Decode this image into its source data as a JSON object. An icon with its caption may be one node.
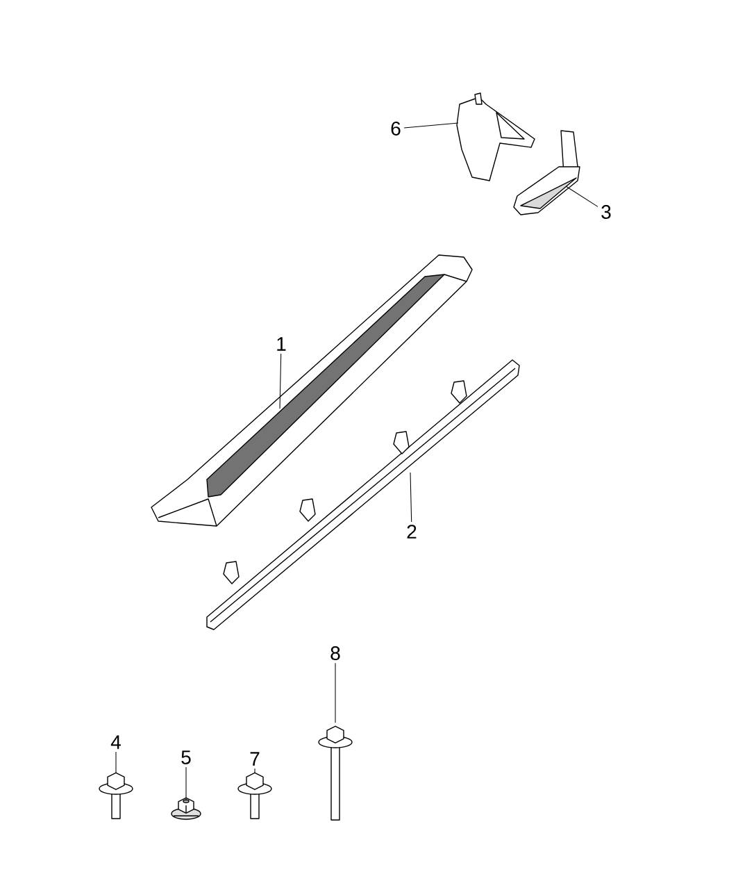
{
  "diagram": {
    "nodes": [
      {
        "text": [
          "6"
        ]
      },
      {
        "text": [],
        "shape": "picture"
      },
      {
        "text": [
          "3"
        ]
      },
      {
        "text": [],
        "shape": "picture"
      },
      {
        "text": [
          "1"
        ]
      },
      {
        "text": [],
        "shape": "picture"
      },
      {
        "text": [
          "2"
        ]
      },
      {
        "text": [],
        "shape": "picture"
      },
      {
        "text": [
          "8"
        ]
      },
      {
        "text": [],
        "shape": "picture"
      },
      {
        "text": [
          "4"
        ]
      },
      {
        "text": [],
        "shape": "picture"
      },
      {
        "text": [
          "5"
        ]
      },
      {
        "text": [],
        "shape": "picture"
      },
      {
        "text": [
          "7"
        ]
      },
      {
        "text": [],
        "shape": "picture"
      }
    ],
    "edges": [
      {
        "from": 0,
        "to": 1,
        "arrow": "none"
      },
      {
        "from": 2,
        "to": 3,
        "arrow": "none"
      },
      {
        "from": 4,
        "to": 5,
        "arrow": "none"
      },
      {
        "from": 6,
        "to": 7,
        "arrow": "none"
      },
      {
        "from": 8,
        "to": 9,
        "arrow": "none"
      },
      {
        "from": 10,
        "to": 11,
        "arrow": "none"
      },
      {
        "from": 12,
        "to": 13,
        "arrow": "none"
      },
      {
        "from": 14,
        "to": 15,
        "arrow": "none"
      }
    ]
  }
}
